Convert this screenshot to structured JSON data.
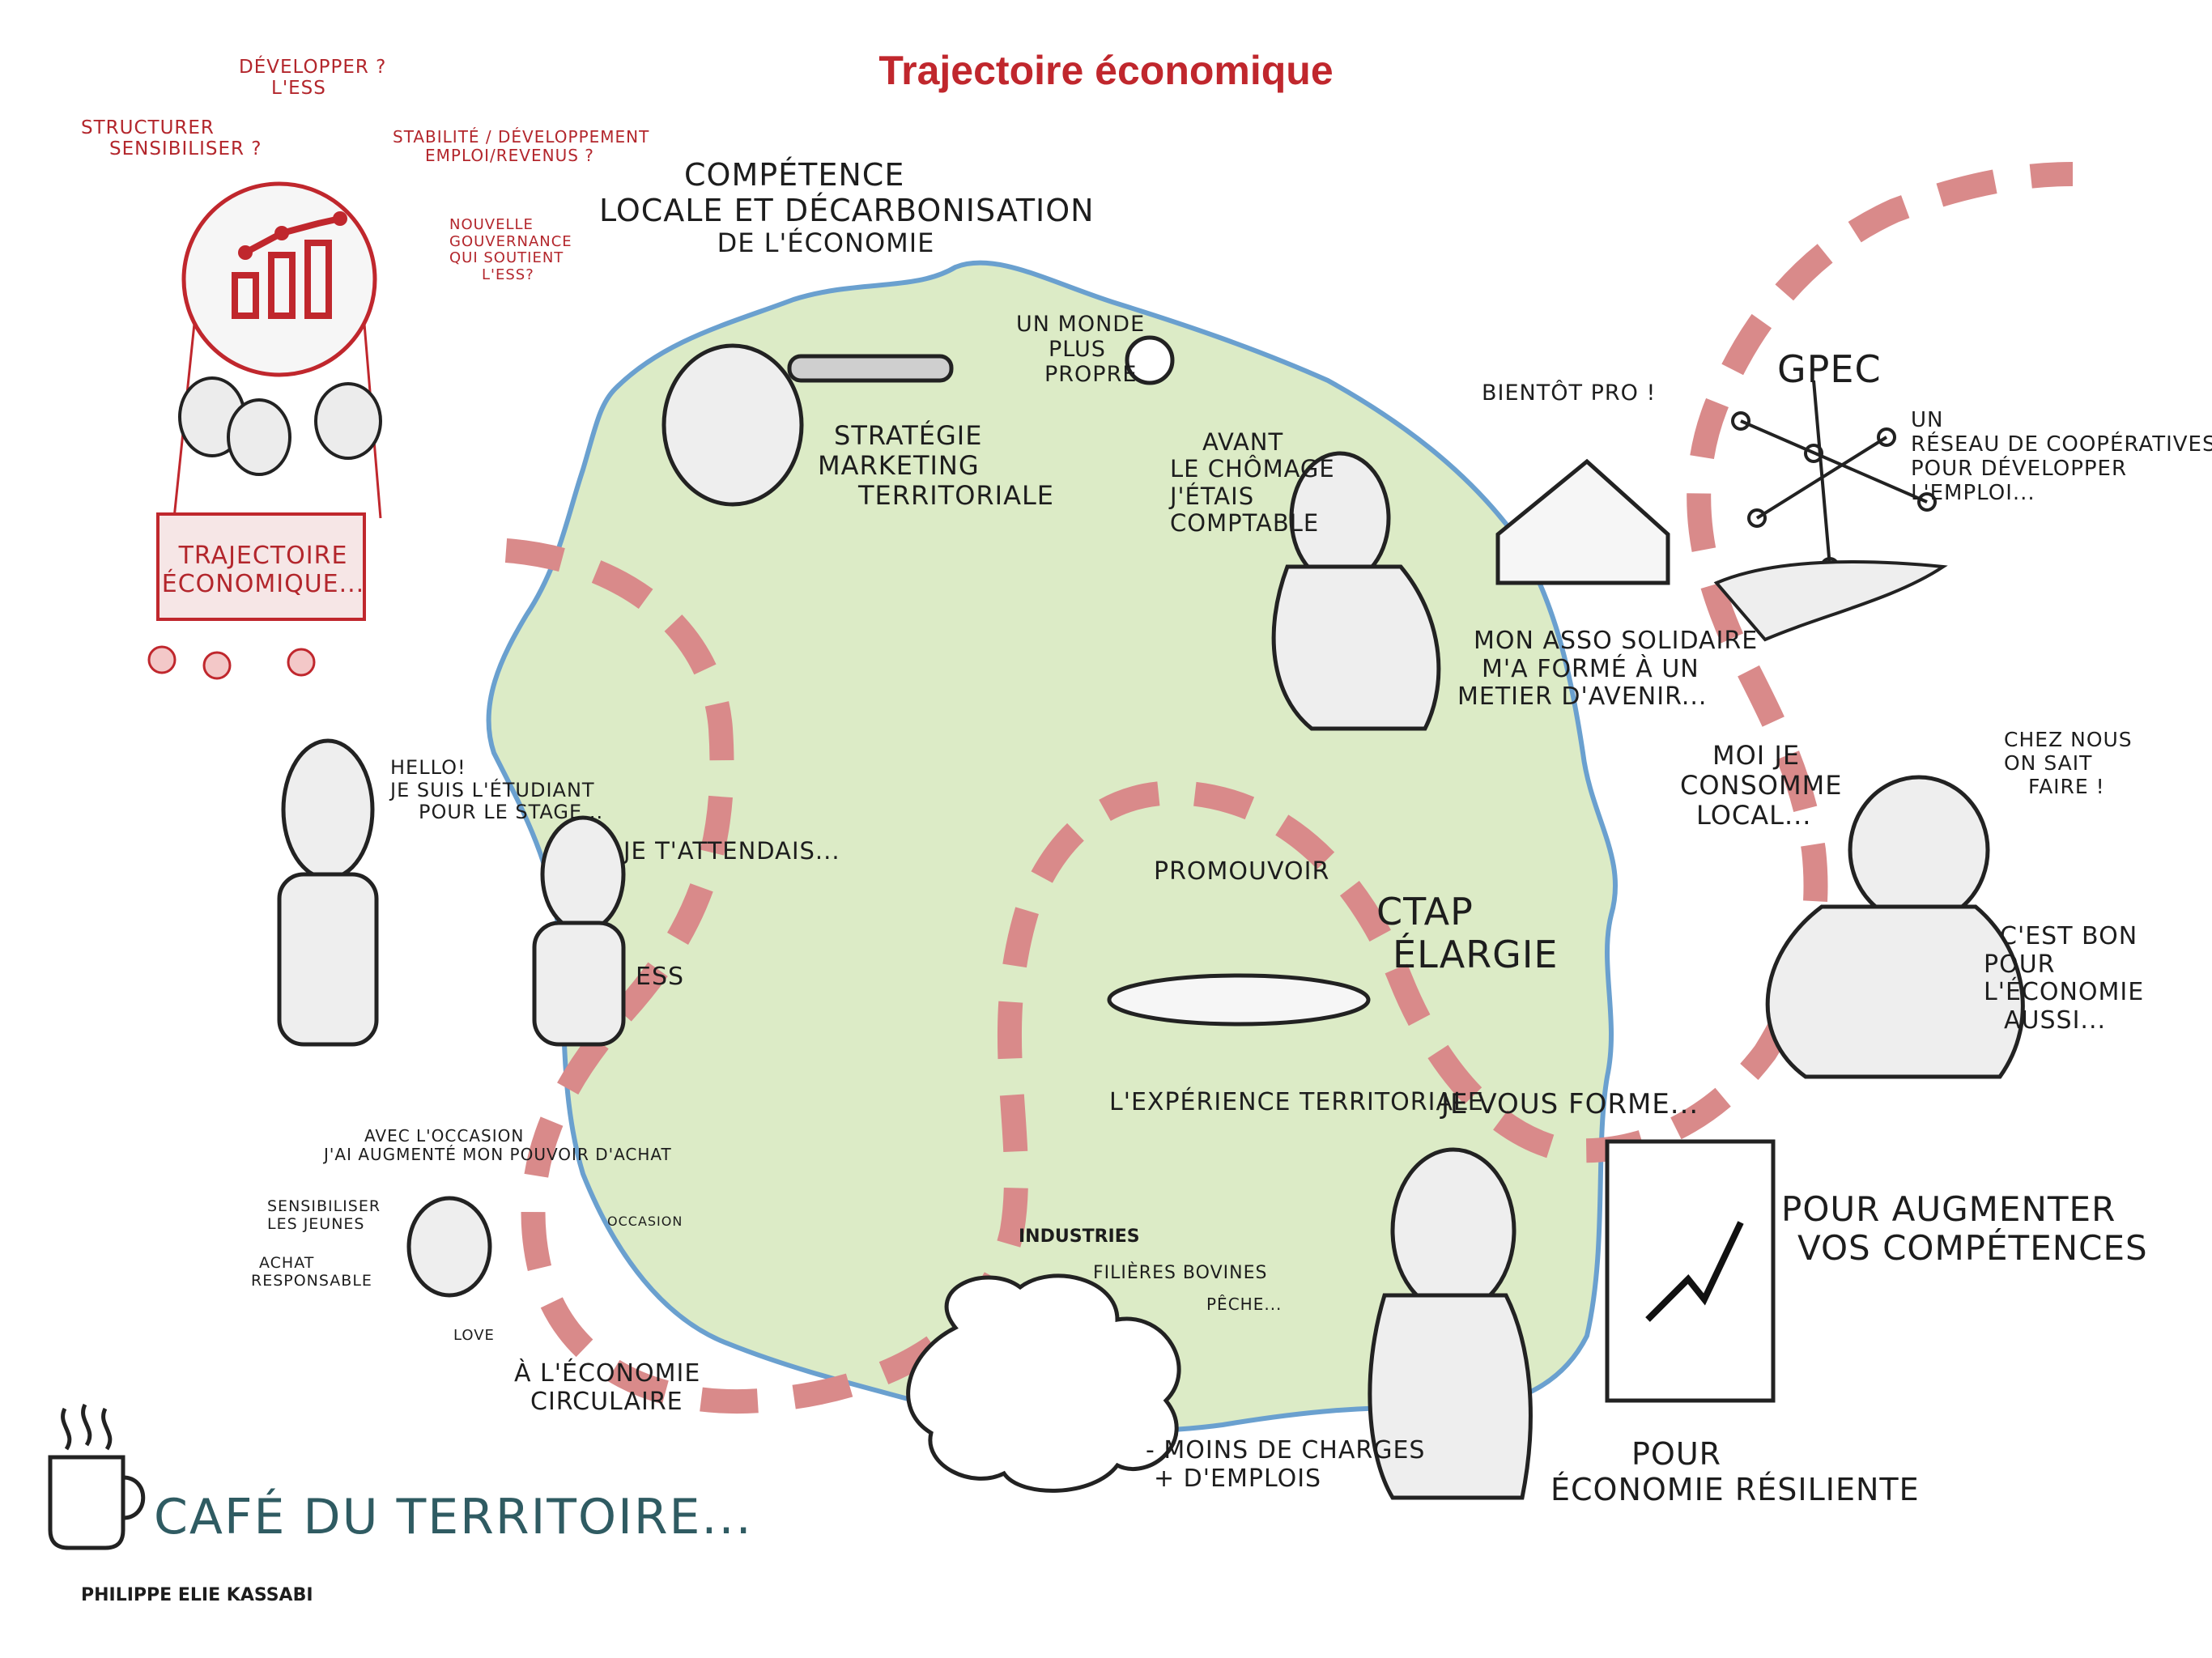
{
  "title": "Trajectoire économique",
  "colors": {
    "accent_red": "#c0272d",
    "island_green": "#dcebc6",
    "path_pink": "#d98a8a",
    "teal_text": "#2f5b62"
  },
  "balloon": {
    "label_lines": [
      "TRAJECTOIRE",
      "ÉCONOMIQUE..."
    ],
    "icon": "bar-line-chart-icon",
    "questions": {
      "q1": [
        "DÉVELOPPER ?",
        "L'ESS"
      ],
      "q2": [
        "STRUCTURER",
        "SENSIBILISER ?"
      ],
      "q3": [
        "STABILITÉ / DÉVELOPPEMENT",
        "EMPLOI/REVENUS ?"
      ],
      "q4": [
        "NOUVELLE",
        "GOUVERNANCE",
        "QUI SOUTIENT",
        "L'ESS?"
      ]
    }
  },
  "labels": {
    "competence": [
      "COMPÉTENCE",
      "LOCALE ET DÉCARBONISATION",
      "DE L'ÉCONOMIE"
    ],
    "strategie": [
      "STRATÉGIE",
      "MARKETING",
      "TERRITORIALE"
    ],
    "monde": [
      "UN MONDE",
      "PLUS",
      "PROPRE"
    ],
    "bientot": "BIENTÔT PRO !",
    "avant": [
      "AVANT",
      "LE CHÔMAGE",
      "J'ÉTAIS",
      "COMPTABLE"
    ],
    "asso": [
      "MON ASSO SOLIDAIRE",
      "M'A FORMÉ À UN",
      "METIER D'AVENIR..."
    ],
    "gpec": "GPEC",
    "reseau": [
      "UN",
      "RÉSEAU DE COOPÉRATIVES",
      "POUR DÉVELOPPER",
      "L'EMPLOI..."
    ],
    "hello": [
      "HELLO!",
      "JE SUIS L'ÉTUDIANT",
      "POUR LE STAGE..."
    ],
    "attendais": "JE T'ATTENDAIS...",
    "ess": "ESS",
    "promouvoir": "PROMOUVOIR",
    "ctap": [
      "CTAP",
      "ÉLARGIE"
    ],
    "experience": "L'EXPÉRIENCE TERRITORIALE",
    "consomme": [
      "MOI JE",
      "CONSOMME",
      "LOCAL..."
    ],
    "chez_nous": [
      "CHEZ NOUS",
      "ON SAIT",
      "FAIRE !"
    ],
    "cest_bon": [
      "C'EST BON",
      "POUR",
      "L'ÉCONOMIE",
      "AUSSI..."
    ],
    "vous_forme": "JE VOUS FORME...",
    "augmenter": [
      "POUR AUGMENTER",
      "VOS COMPÉTENCES"
    ],
    "resiliente": [
      "POUR",
      "ÉCONOMIE RÉSILIENTE"
    ],
    "occasion": [
      "AVEC L'OCCASION",
      "J'AI AUGMENTÉ MON POUVOIR D'ACHAT"
    ],
    "sensibiliser": [
      "SENSIBILISER",
      "LES JEUNES"
    ],
    "achat": [
      "ACHAT",
      "RESPONSABLE"
    ],
    "occasion_small": "OCCASION",
    "love": "LOVE",
    "circulaire": [
      "À L'ÉCONOMIE",
      "CIRCULAIRE"
    ],
    "industries": "INDUSTRIES",
    "filieres": "FILIÈRES BOVINES",
    "peche": "PÊCHE...",
    "charges": [
      "- MOINS DE CHARGES",
      "+ D'EMPLOIS"
    ],
    "cafe": "CAFÉ DU TERRITOIRE...",
    "author": "PHILIPPE ELIE KASSABI"
  }
}
